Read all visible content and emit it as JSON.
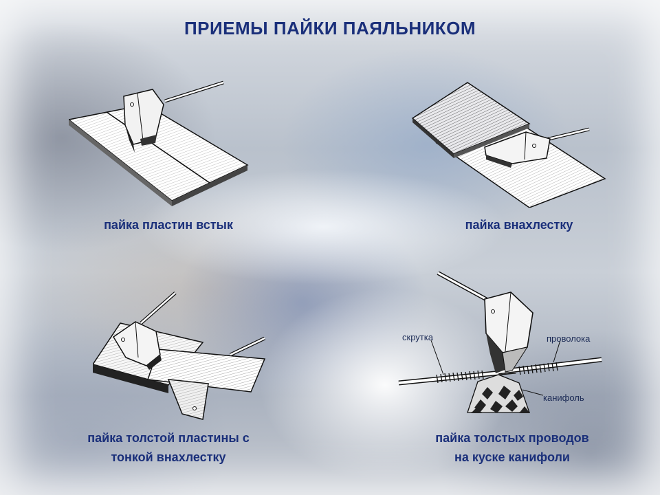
{
  "slide": {
    "title": "ПРИЕМЫ ПАЙКИ ПАЯЛЬНИКОМ"
  },
  "figures": {
    "butt": {
      "caption": "пайка пластин встык"
    },
    "overlap": {
      "caption": "пайка внахлестку"
    },
    "thick": {
      "caption": "пайка толстой пластины с\nтонкой внахлестку"
    },
    "wires": {
      "caption": "пайка толстых проводов\nна куске канифоли",
      "labels": {
        "twist": "скрутка",
        "wire": "проволока",
        "rosin": "канифоль"
      }
    }
  },
  "colors": {
    "title_text": "#1a2f7a",
    "caption_text": "#1a2f7a",
    "label_text": "#1b2a55"
  }
}
